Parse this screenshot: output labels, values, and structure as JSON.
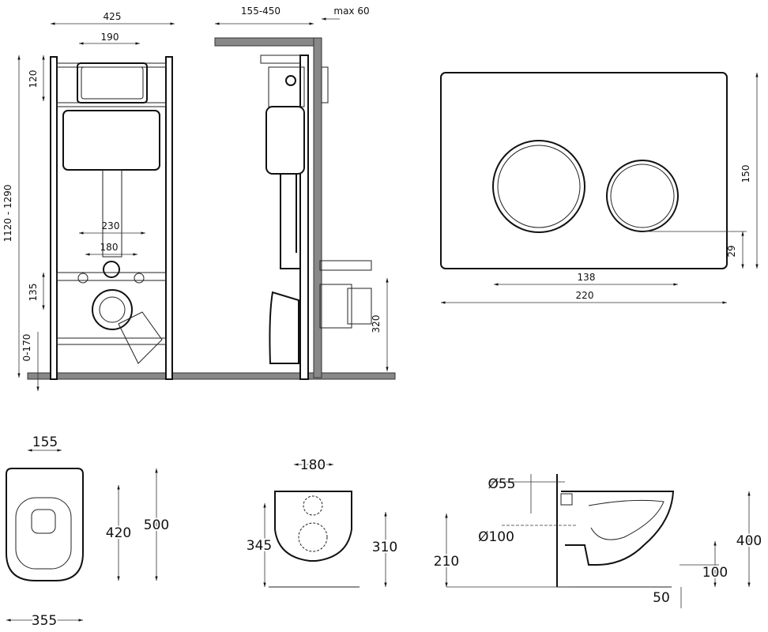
{
  "frame_front": {
    "width": "425",
    "button_width": "190",
    "top_offset": "120",
    "height": "1120 - 1290",
    "bolt_outer": "230",
    "bolt_inner": "180",
    "drain_height": "135",
    "leg_adjust": "0-170"
  },
  "frame_side": {
    "depth": "155-450",
    "max_wall": "max 60",
    "outlet_height": "320"
  },
  "flush_plate": {
    "height": "150",
    "button_offset": "29",
    "button_span": "138",
    "width": "220"
  },
  "bowl_top": {
    "bolt_spacing": "155",
    "bolt_to_front": "420",
    "length": "500",
    "width": "355"
  },
  "bowl_back": {
    "bolt_spacing": "180",
    "height_left": "345",
    "height_right": "310"
  },
  "bowl_side": {
    "inlet_dia": "Ø55",
    "outlet_dia": "Ø100",
    "outlet_height": "210",
    "height": "400",
    "bottom_offset": "100",
    "floor_gap": "50"
  }
}
